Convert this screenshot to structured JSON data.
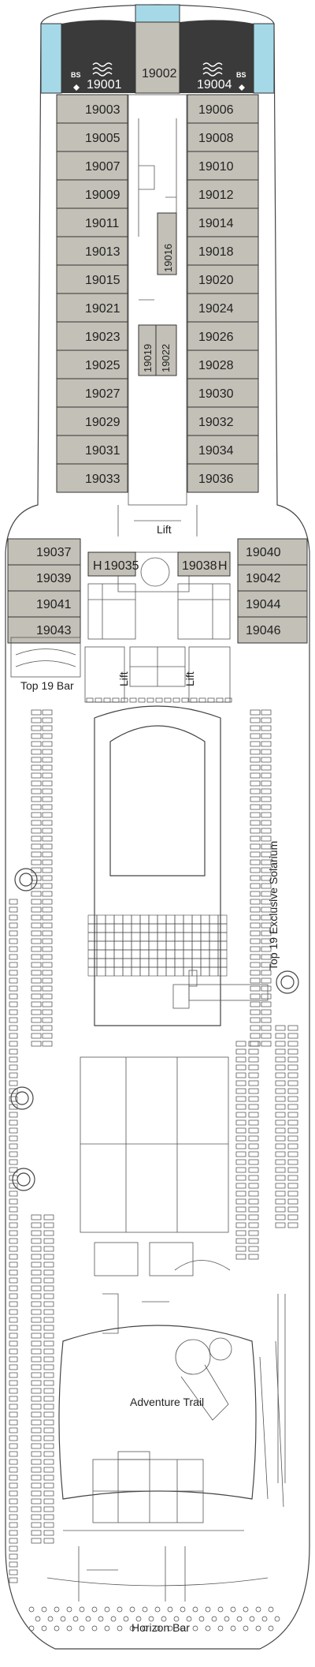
{
  "deck": {
    "colors": {
      "cabin": "#c3c0b7",
      "suite": "#3a3a3a",
      "balcony_blue": "#a6d9e8",
      "outline": "#333333",
      "corridor": "#ffffff"
    },
    "suites": [
      {
        "id": "19001",
        "code": "BS",
        "side": "left"
      },
      {
        "id": "19002",
        "side": "center"
      },
      {
        "id": "19004",
        "code": "BS",
        "side": "right"
      }
    ],
    "left_cabins": [
      "19003",
      "19005",
      "19007",
      "19009",
      "19011",
      "19013",
      "19015",
      "19021",
      "19023",
      "19025",
      "19027",
      "19029",
      "19031",
      "19033"
    ],
    "right_cabins": [
      "19006",
      "19008",
      "19010",
      "19012",
      "19014",
      "19018",
      "19020",
      "19024",
      "19026",
      "19028",
      "19030",
      "19032",
      "19034",
      "19036"
    ],
    "center_cabins": [
      "19016",
      "19019",
      "19022"
    ],
    "mid_left_cabins": [
      "19037",
      "19039",
      "19041",
      "19043"
    ],
    "mid_right_cabins": [
      "19040",
      "19042",
      "19044",
      "19046"
    ],
    "inner_cabins": [
      "19035",
      "19038"
    ],
    "accessible_marker": "H",
    "labels": {
      "lift_top": "Lift",
      "lift_left": "Lift",
      "lift_right": "Lift",
      "top19_bar": "Top 19 Bar",
      "solarium": "Top 19 Exclusive Solarium",
      "adventure_trail": "Adventure Trail",
      "horizon_bar": "Horizon Bar"
    }
  }
}
